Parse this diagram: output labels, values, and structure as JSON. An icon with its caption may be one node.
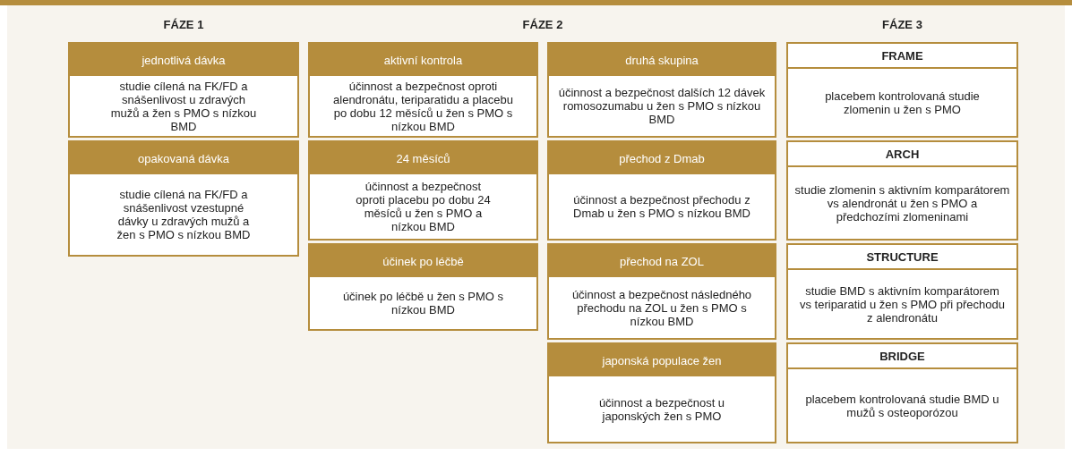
{
  "diagram": {
    "nodes": [
      {
        "text": [
          "jednotlivá dávka",
          "studie cílená na FK/FD a snášenlivost u zdravých mužů a žen s PMO s nízkou BMD"
        ]
      },
      {
        "text": [
          "opakovaná dávka",
          "studie cílená na FK/FD a snášenlivost vzestupné dávky u zdravých mužů a žen s PMO s nízkou BMD"
        ]
      },
      {
        "text": [
          "aktivní kontrola",
          "účinnost a bezpečnost oproti alendronátu, teriparatidu a placebu po dobu 12 měsíců u žen s PMO s nízkou BMD"
        ]
      },
      {
        "text": [
          "24 měsíců",
          "účinnost a bezpečnost oproti placebu po dobu 24 měsíců u žen s PMO a nízkou BMD"
        ]
      },
      {
        "text": [
          "účinek po léčbě",
          "účinek po léčbě u žen s PMO s nízkou BMD"
        ]
      },
      {
        "text": [
          "druhá skupina",
          "účinnost a bezpečnost dalších 12 dávek romosozumabu u žen s PMO s nízkou BMD"
        ]
      },
      {
        "text": [
          "přechod z Dmab",
          "účinnost a bezpečnost přechodu z Dmab u žen s PMO s nízkou BMD"
        ]
      },
      {
        "text": [
          "přechod na ZOL",
          "účinnost a bezpečnost následného přechodu na ZOL u žen s PMO s nízkou BMD"
        ]
      },
      {
        "text": [
          "japonská populace žen",
          "účinnost a bezpečnost u japonských žen s PMO"
        ]
      },
      {
        "text": [
          "FRAME",
          "placebem kontrolovaná studie zlomenin u žen s PMO"
        ]
      },
      {
        "text": [
          "ARCH",
          "studie zlomenin s aktivním komparátorem vs alendronát u žen s PMO a předchozími zlomeninami"
        ]
      },
      {
        "text": [
          "STRUCTURE",
          "studie BMD s aktivním komparátorem vs teriparatid u žen s PMO při přechodu z alendronátu"
        ]
      },
      {
        "text": [
          "BRIDGE",
          "placebem kontrolovaná studie BMD u mužů s osteoporózou"
        ]
      }
    ],
    "edges": [],
    "labels": [
      "FÁZE 1",
      "FÁZE 2",
      "FÁZE 3"
    ]
  }
}
